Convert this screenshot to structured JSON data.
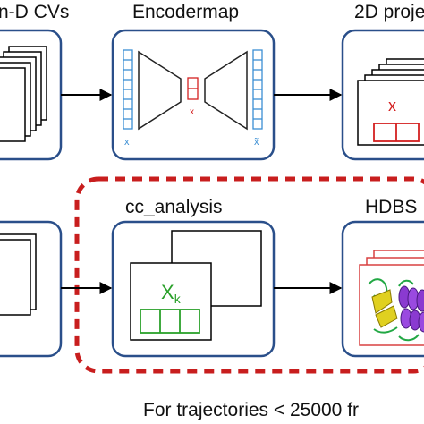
{
  "labels": {
    "cvs_title": "n-D CVs",
    "encodermap_title": "Encodermap",
    "proj_title": "2D proje",
    "cc_title": "cc_analysis",
    "hdbscan_title": "HDBS",
    "footer_note": "For trajectories < 25000 fr"
  },
  "symbols": {
    "input_x": "x",
    "latent_x": "x",
    "output_x": "x̃",
    "proj_x": "x",
    "cc_x": "X",
    "cc_sub": "k"
  },
  "colors": {
    "panel_border": "#2a4f8a",
    "encoder_blue": "#3b8fd4",
    "latent_red": "#d42020",
    "cc_green": "#2aa02a",
    "dashed_red": "#c81e1e",
    "hdbscan_red": "#d84040"
  }
}
